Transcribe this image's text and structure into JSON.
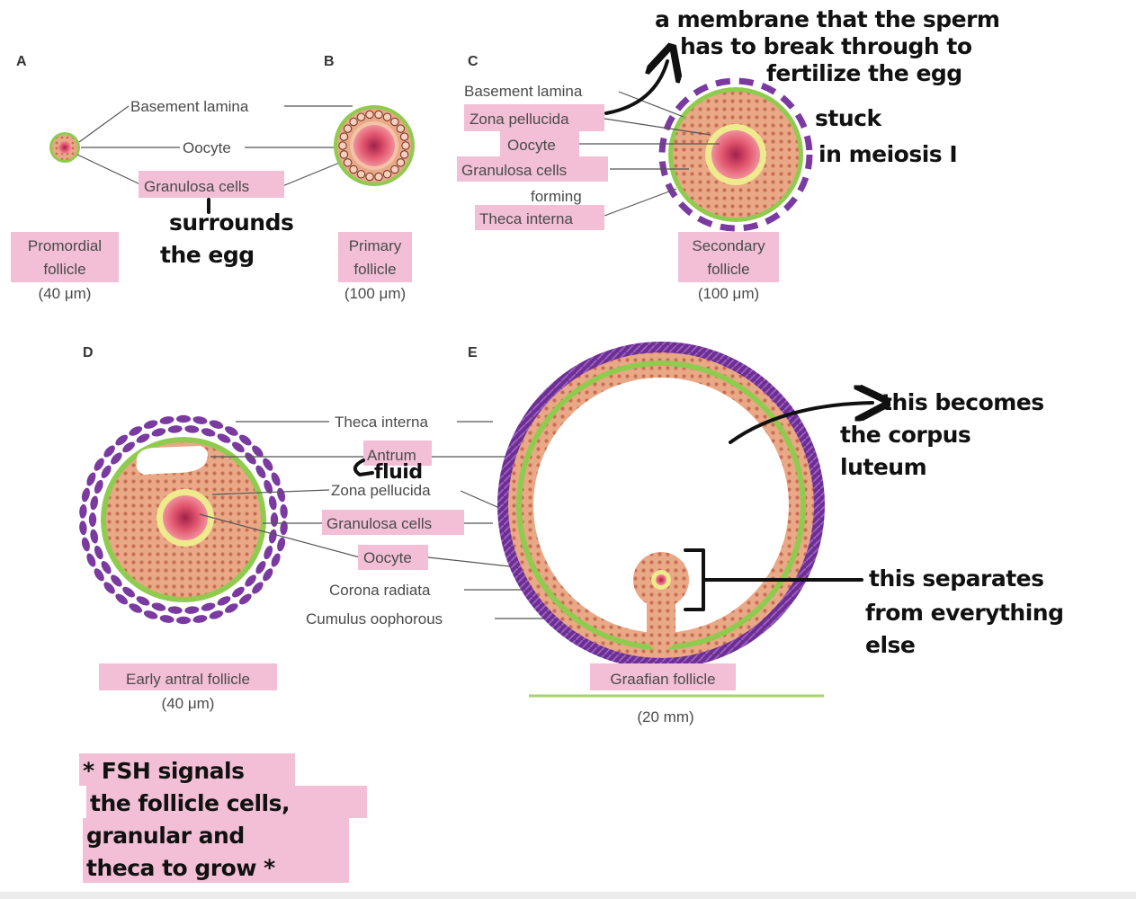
{
  "colors": {
    "granulosa": "#e9a886",
    "oocyte": "#e1566e",
    "zona": "#eeea8d",
    "basement": "#8fcb4e",
    "theca": "#7a3aa0",
    "highlight": "#f2bfd6",
    "graafian_bar": "#a6d36b"
  },
  "panel_letters": {
    "a": "A",
    "b": "B",
    "c": "C",
    "d": "D",
    "e": "E"
  },
  "labels": {
    "a_basement": "Basement lamina",
    "a_oocyte": "Oocyte",
    "a_granulosa": "Granulosa cells",
    "a_name1": "Promordial",
    "a_name2": "follicle",
    "a_size": "(40 μm)",
    "b_name1": "Primary",
    "b_name2": "follicle",
    "b_size": "(100 μm)",
    "c_basement": "Basement lamina",
    "c_zona": "Zona pellucida",
    "c_oocyte": "Oocyte",
    "c_granulosa": "Granulosa cells",
    "c_forming": "forming",
    "c_theca": "Theca interna",
    "c_name1": "Secondary",
    "c_name2": "follicle",
    "c_size": "(100 μm)",
    "d_theca": "Theca interna",
    "d_antrum": "Antrum",
    "d_zona": "Zona pellucida",
    "d_granulosa": "Granulosa cells",
    "d_oocyte": "Oocyte",
    "d_corona": "Corona radiata",
    "d_cumulus": "Cumulus oophorous",
    "d_name": "Early antral follicle",
    "d_size": "(40 μm)",
    "e_name": "Graafian follicle",
    "e_size": "(20 mm)"
  },
  "notes": {
    "membrane1": "a membrane that the sperm",
    "membrane2": "has to break through to",
    "membrane3": "fertilize the egg",
    "stuck1": "stuck",
    "stuck2": "in meiosis I",
    "surrounds1": "surrounds",
    "surrounds2": "the egg",
    "fluid": "fluid",
    "corpus1": "this becomes",
    "corpus2": "the corpus",
    "corpus3": "luteum",
    "separates1": "this separates",
    "separates2": "from everything",
    "separates3": "else",
    "fsh1": "* FSH signals",
    "fsh2": "the follicle cells,",
    "fsh3": "granular and",
    "fsh4": "theca to grow *"
  }
}
